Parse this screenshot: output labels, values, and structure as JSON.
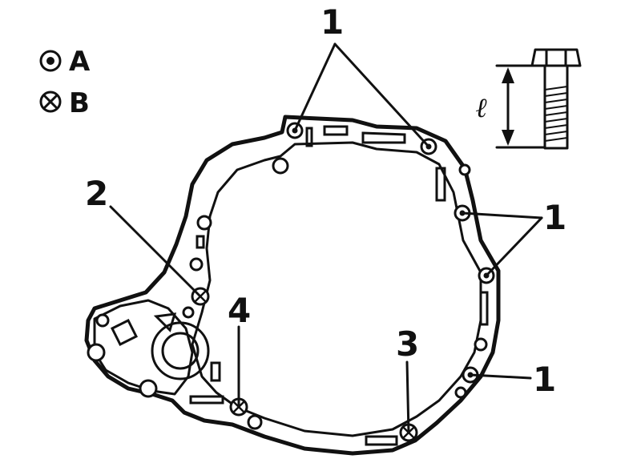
{
  "legend": {
    "items": [
      {
        "symbol": "solid-dot-circle",
        "label": "A"
      },
      {
        "symbol": "cross-circle",
        "label": "B"
      }
    ]
  },
  "bolt_dimension_label": "ℓ",
  "callouts": {
    "top": "1",
    "right_upper": "1",
    "right_lower": "1",
    "left": "2",
    "bottom_right": "3",
    "bottom_middle": "4"
  }
}
